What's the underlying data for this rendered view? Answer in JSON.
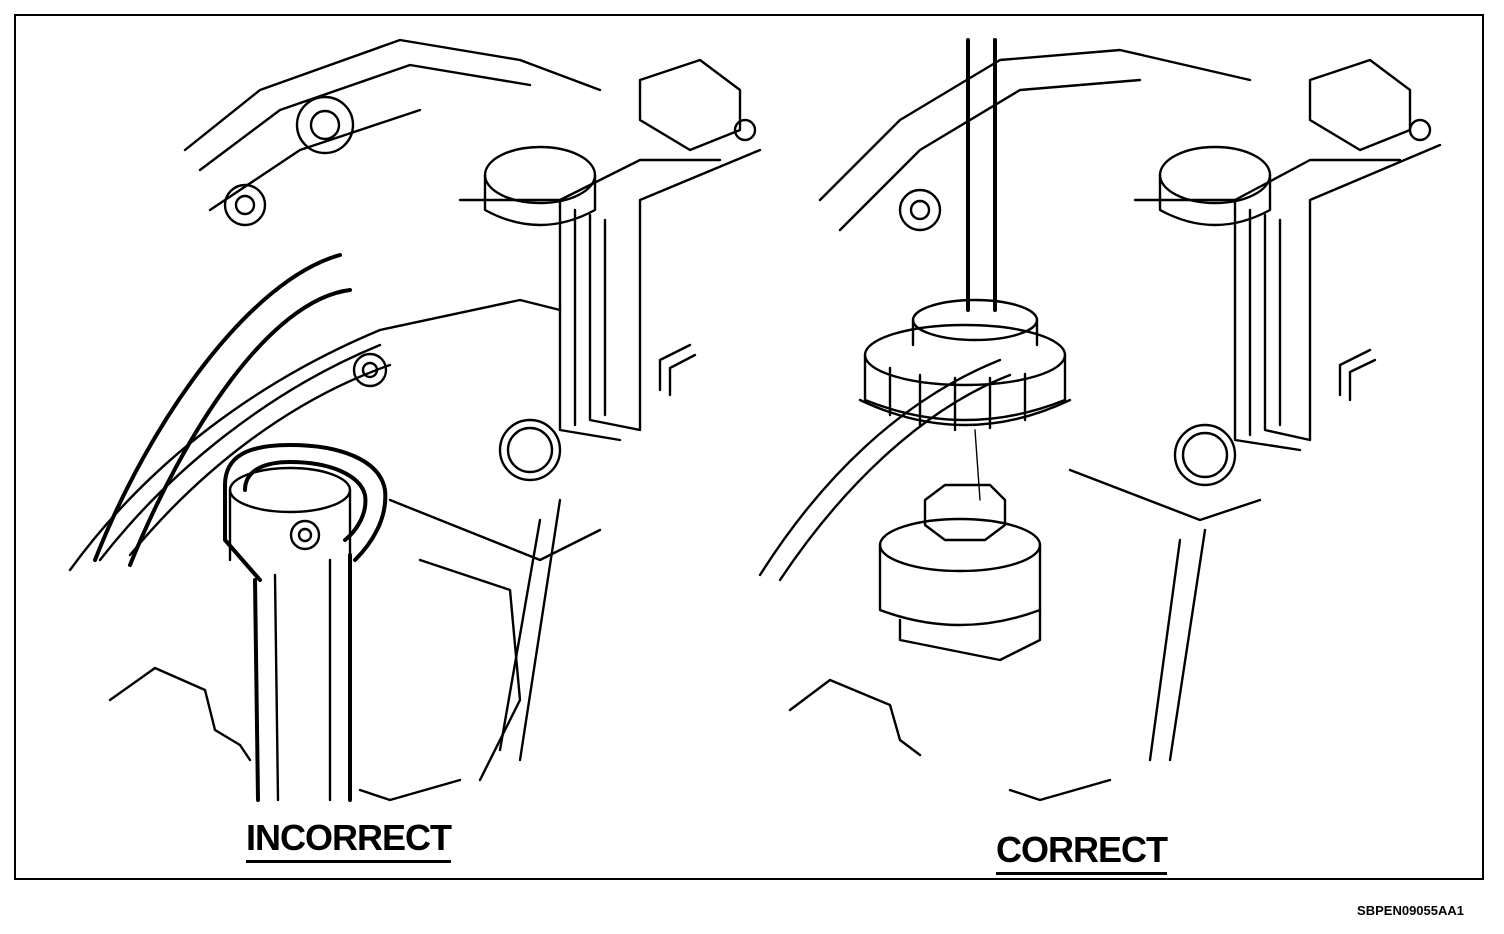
{
  "panels": [
    {
      "id": "left",
      "label": "INCORRECT"
    },
    {
      "id": "right",
      "label": "CORRECT"
    }
  ],
  "figure_code": "SBPEN09055AA1"
}
